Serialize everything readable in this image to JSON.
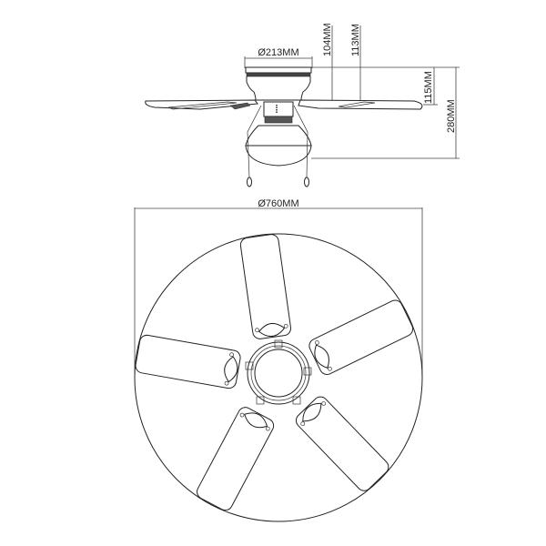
{
  "diagram": {
    "subject": "Ceiling fan with light kit, side view and top view",
    "side_view": {
      "dimensions": {
        "canopy_diameter": "Ø213MM",
        "height_to_blade_104": "104MM",
        "height_to_blade_113": "113MM",
        "ceiling_to_blade": "115MM",
        "overall_height": "280MM"
      }
    },
    "top_view": {
      "dimensions": {
        "blade_span_diameter": "Ø760MM"
      },
      "blade_count": 5
    }
  }
}
